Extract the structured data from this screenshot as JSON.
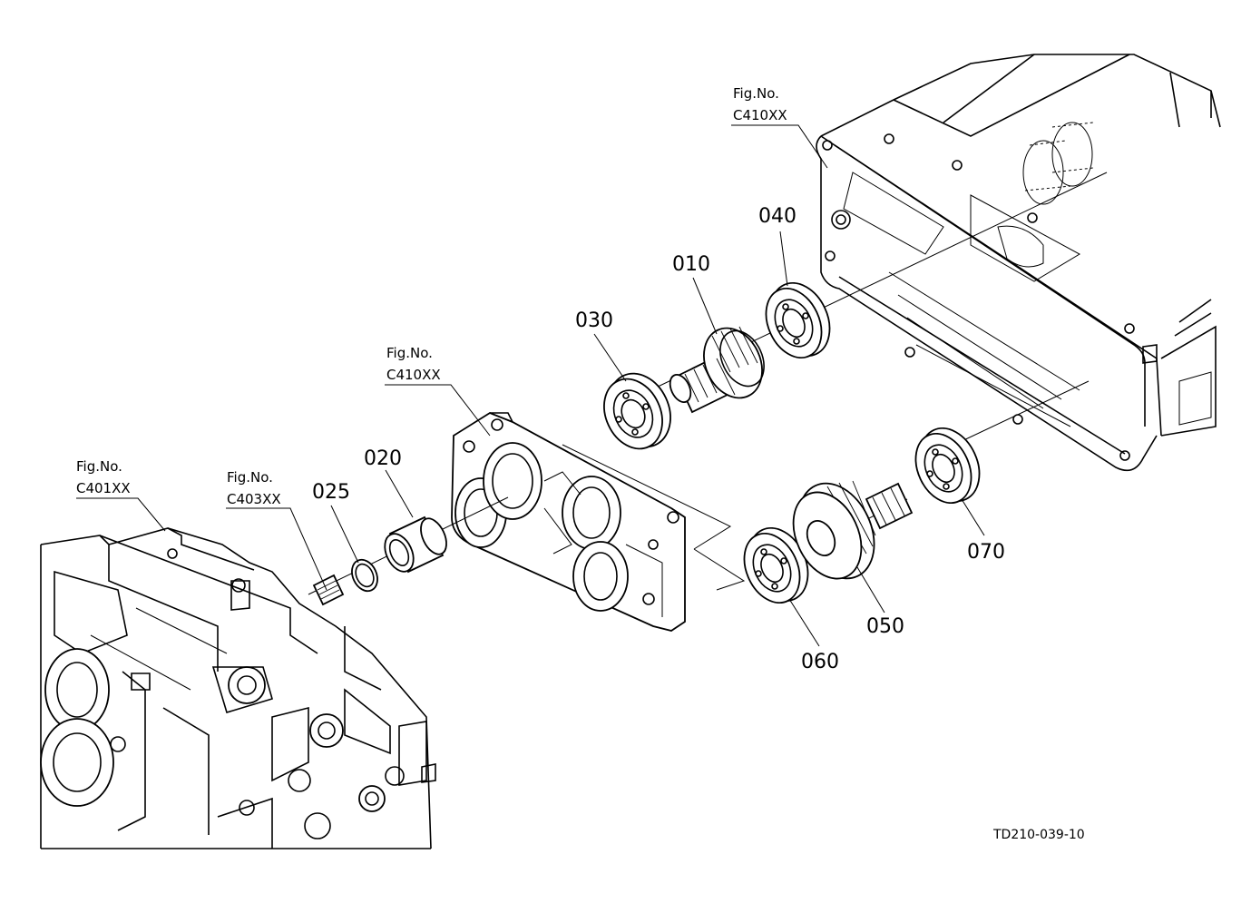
{
  "diagram": {
    "code": "TD210-039-10",
    "fig_refs": [
      {
        "line1": "Fig.No.",
        "line2": "C410XX"
      },
      {
        "line1": "Fig.No.",
        "line2": "C410XX"
      },
      {
        "line1": "Fig.No.",
        "line2": "C401XX"
      },
      {
        "line1": "Fig.No.",
        "line2": "C403XX"
      }
    ],
    "parts": [
      "010",
      "020",
      "025",
      "030",
      "040",
      "050",
      "060",
      "070"
    ]
  }
}
